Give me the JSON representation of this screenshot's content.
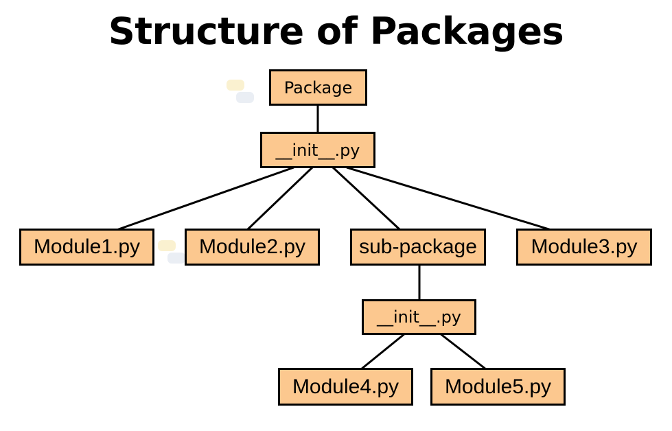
{
  "title": "Structure of Packages",
  "colors": {
    "node_fill": "#fcc88f",
    "node_border": "#000000",
    "line": "#000000",
    "background": "#ffffff"
  },
  "nodes": {
    "package": "Package",
    "init_top": "__init__.py",
    "module1": "Module1.py",
    "module2": "Module2.py",
    "sub_package": "sub-package",
    "module3": "Module3.py",
    "init_sub": "__init__.py",
    "module4": "Module4.py",
    "module5": "Module5.py"
  },
  "edges": [
    [
      "package",
      "init_top"
    ],
    [
      "init_top",
      "module1"
    ],
    [
      "init_top",
      "module2"
    ],
    [
      "init_top",
      "sub_package"
    ],
    [
      "init_top",
      "module3"
    ],
    [
      "sub_package",
      "init_sub"
    ],
    [
      "init_sub",
      "module4"
    ],
    [
      "init_sub",
      "module5"
    ]
  ]
}
